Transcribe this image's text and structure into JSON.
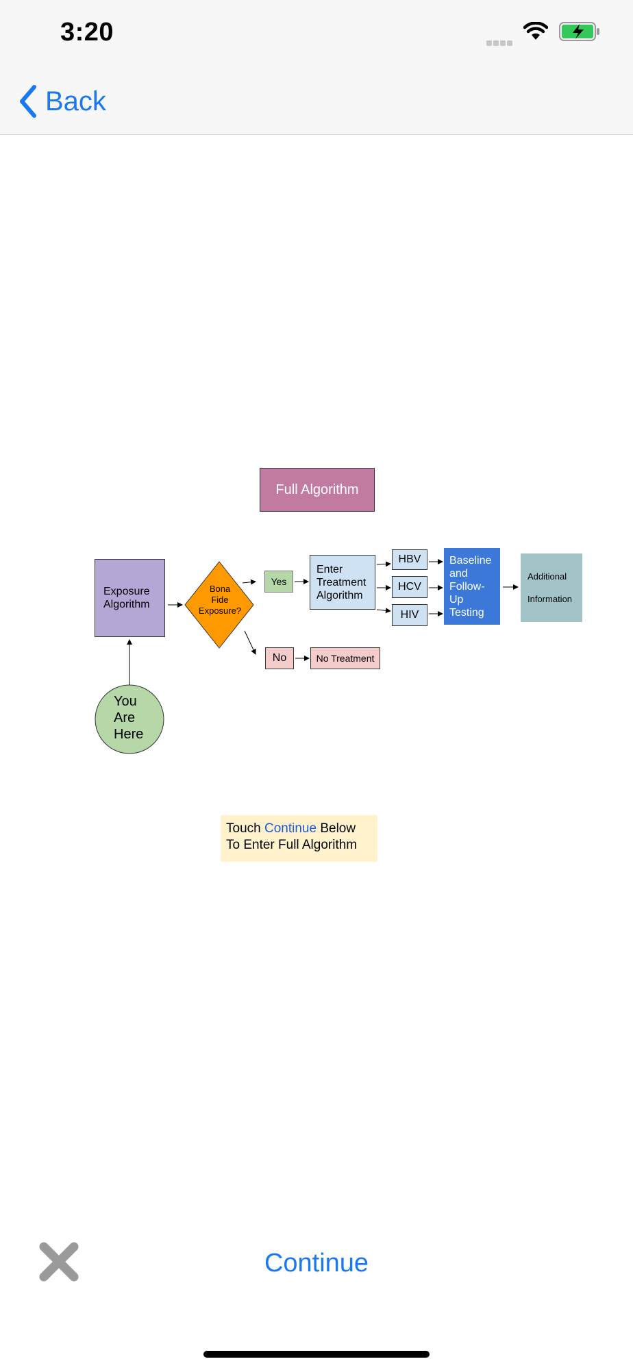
{
  "status_bar": {
    "time": "3:20"
  },
  "nav": {
    "back_label": "Back"
  },
  "diagram": {
    "full_algorithm": "Full Algorithm",
    "exposure_line1": "Exposure",
    "exposure_line2": "Algorithm",
    "diamond_line1": "Bona",
    "diamond_line2": "Fide",
    "diamond_line3": "Exposure?",
    "yes": "Yes",
    "no": "No",
    "enter_line1": "Enter",
    "enter_line2": "Treatment",
    "enter_line3": "Algorithm",
    "hbv": "HBV",
    "hcv": "HCV",
    "hiv": "HIV",
    "baseline_line1": "Baseline",
    "baseline_line2": "and",
    "baseline_line3": "Follow-",
    "baseline_line4": "Up",
    "baseline_line5": "Testing",
    "additional_line1": "Additional",
    "additional_line2": "Information",
    "no_treatment": "No Treatment",
    "you_line1": "You",
    "you_line2": "Are",
    "you_line3": "Here"
  },
  "note": {
    "prefix": "Touch ",
    "link": "Continue",
    "suffix": " Below",
    "line2": "To Enter Full Algorithm"
  },
  "footer": {
    "continue_label": "Continue"
  },
  "icons": {
    "back": "chevron-left-icon",
    "close": "close-icon",
    "wifi": "wifi-icon",
    "battery": "battery-charging-icon"
  },
  "colors": {
    "accent": "#1a78f2",
    "full_algorithm": "#c27ba0",
    "exposure": "#b4a7d6",
    "diamond": "#ff9900",
    "yes": "#b6d7a8",
    "treatment": "#cfe2f3",
    "baseline": "#3c78d8",
    "additional": "#a2c4c9",
    "no": "#f4cccc",
    "you_are_here": "#b6d7a8",
    "note_bg": "#fff2cc"
  }
}
